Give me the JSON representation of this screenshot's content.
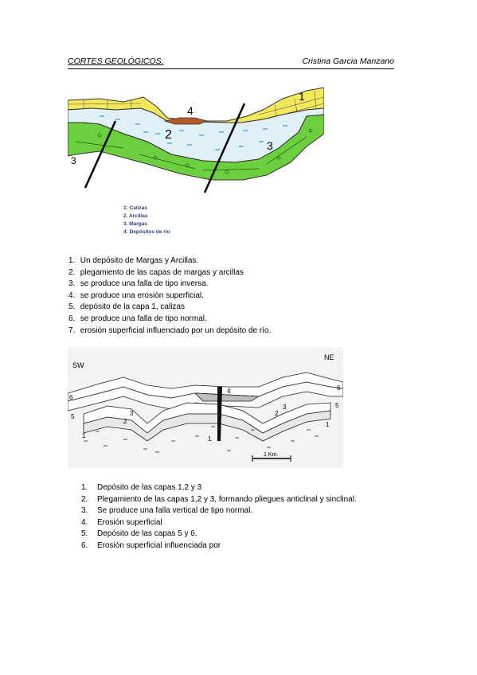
{
  "header": {
    "title": "CORTES GEOLÓGICOS.",
    "author": "Cristina Garcia Manzano"
  },
  "figure1": {
    "labels": {
      "l1": "1",
      "l2": "2",
      "l3a": "3",
      "l3b": "3",
      "l4": "4"
    },
    "legend": [
      "1: Calizas",
      "2. Arcillas",
      "3. Margas",
      "4: Depósitos de río"
    ],
    "colors": {
      "limestone": "#f2e85a",
      "clay": "#dff1f7",
      "marl": "#6ccf3e",
      "river": "#b5562a"
    }
  },
  "list1": [
    {
      "num": "1.",
      "text": "Un depósito de Margas y Arcillas."
    },
    {
      "num": "2.",
      "text": "plegamiento de las capas de margas y arcillas"
    },
    {
      "num": "3.",
      "text": "se produce una falla de tipo inversa."
    },
    {
      "num": "4.",
      "text": "se produce una erosión superficial."
    },
    {
      "num": "5.",
      "text": "depósito de la capa 1, calizas"
    },
    {
      "num": "6.",
      "text": "se produce una falla de tipo normal."
    },
    {
      "num": "7.",
      "text": "erosión superficial influenciado por un depósito de río."
    }
  ],
  "figure2": {
    "labels": {
      "sw": "SW",
      "ne": "NE",
      "scale": "1 Km.",
      "l6a": "6",
      "l5a": "5",
      "l1a": "1",
      "l2a": "2",
      "l3a": "3",
      "l4": "4",
      "l1b": "1",
      "l2b": "2",
      "l3b": "3",
      "l6b": "6",
      "l5b": "5",
      "l1c": "1"
    }
  },
  "list2": [
    {
      "num": "1.",
      "text": "Depósito de las capas 1,2 y 3"
    },
    {
      "num": "2.",
      "text": "Plegamiento de las capas 1,2 y 3, formando pliegues anticlinal y sinclinal."
    },
    {
      "num": "3.",
      "text": "Se produce una falla vertical de tipo normal."
    },
    {
      "num": "4.",
      "text": "Erosión superficial"
    },
    {
      "num": "5.",
      "text": "Depósito de las capas 5 y 6."
    },
    {
      "num": "6.",
      "text": "Erosión superficial influenciada por"
    }
  ]
}
